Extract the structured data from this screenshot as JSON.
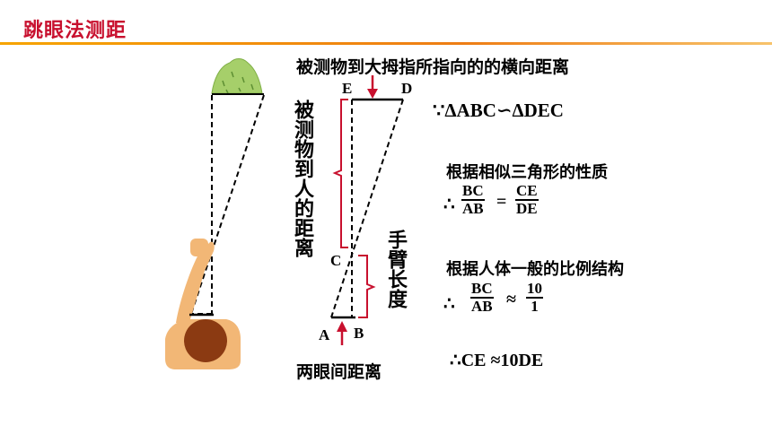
{
  "header": {
    "title": "跳眼法测距"
  },
  "labels": {
    "top_caption": "被测物到大拇指所指向的的横向距离",
    "vertical_distance": "被测物到人的距离",
    "arm_length": "手臂长度",
    "eye_distance": "两眼间距离",
    "point_E": "E",
    "point_D": "D",
    "point_C": "C",
    "point_A": "A",
    "point_B": "B"
  },
  "reasoning": {
    "similar": "∵ΔABC∽ΔDEC",
    "property_title": "根据相似三角形的性质",
    "therefore1": "∴",
    "frac1_num": "BC",
    "frac1_den": "AB",
    "eq": "=",
    "frac2_num": "CE",
    "frac2_den": "DE",
    "proportion_title": "根据人体一般的比例结构",
    "therefore2": "∴",
    "frac3_num": "BC",
    "frac3_den": "AB",
    "approx": "≈",
    "frac4_num": "10",
    "frac4_den": "1",
    "conclusion": "∴CE ≈10DE"
  },
  "colors": {
    "title": "#c8102e",
    "rule": "#ee7d14",
    "brace": "#c8102e",
    "arrow": "#c8102e",
    "head": "#8b3a12",
    "skin": "#f2b776",
    "hill": "#a6cf6a"
  }
}
